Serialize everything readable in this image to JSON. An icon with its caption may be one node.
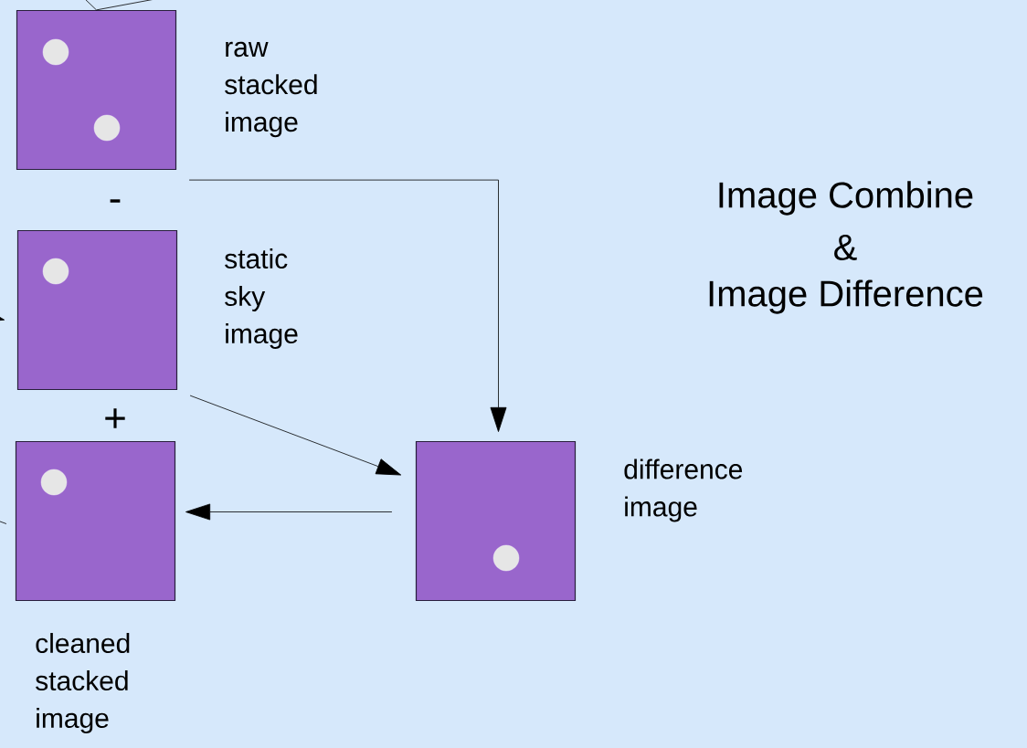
{
  "diagram": {
    "nodes": [
      {
        "text": [],
        "shape": "box",
        "beside": [
          "raw stacked image"
        ]
      },
      {
        "text": [],
        "shape": "box",
        "beside": [
          "static sky image"
        ]
      },
      {
        "text": [],
        "shape": "box",
        "beside": [
          "cleaned stacked image"
        ]
      },
      {
        "text": [],
        "shape": "box",
        "beside": [
          "difference image"
        ]
      }
    ],
    "edges": [
      {
        "from": 0,
        "to": 3,
        "arrow": "to"
      },
      {
        "from": 1,
        "to": 3,
        "arrow": "to"
      },
      {
        "from": 3,
        "to": 2,
        "arrow": "to"
      },
      {
        "from": null,
        "to": 0,
        "arrow": "none"
      },
      {
        "from": null,
        "to": 0,
        "arrow": "none"
      },
      {
        "from": null,
        "to": 1,
        "arrow": "to"
      },
      {
        "from": null,
        "to": 2,
        "arrow": "none"
      }
    ],
    "labels": [
      "-",
      "+",
      "Image Combine",
      "&",
      "Image Difference"
    ]
  }
}
